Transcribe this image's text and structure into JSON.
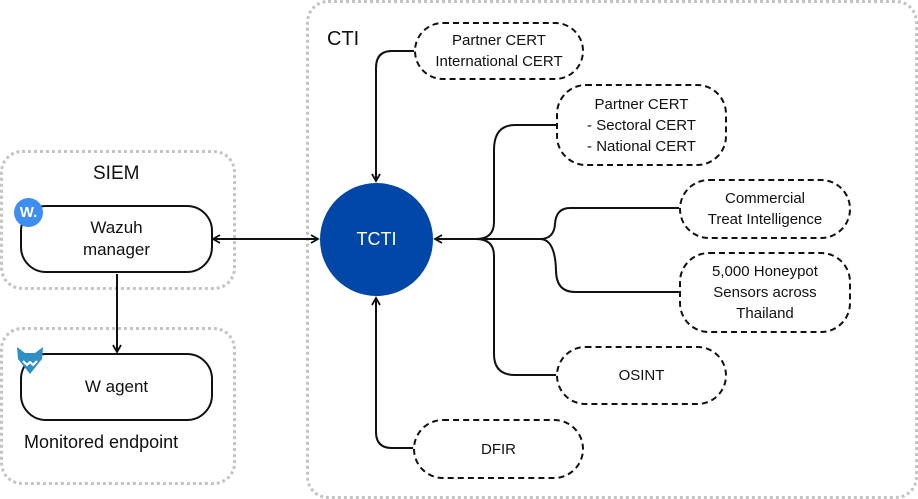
{
  "colors": {
    "hub_fill": "#0047a8",
    "wazuh_logo": "#3d8ef0",
    "agent_logo": "#2f8fc6",
    "group_border": "#c4c4c4"
  },
  "groups": {
    "siem": {
      "title": "SIEM"
    },
    "endpoint": {
      "title": "Monitored endpoint"
    },
    "cti": {
      "title": "CTI"
    }
  },
  "nodes": {
    "wazuh_manager": {
      "label": "Wazuh manager",
      "icon": "wazuh-logo-icon",
      "icon_text": "W."
    },
    "w_agent": {
      "label": "W agent",
      "icon": "wazuh-wolf-icon"
    },
    "tcti": {
      "label": "TCTI"
    },
    "sources": [
      {
        "id": "partner-international",
        "label": "Partner CERT\nInternational CERT"
      },
      {
        "id": "partner-sectoral-national",
        "label": "Partner CERT\n- Sectoral CERT\n- National CERT"
      },
      {
        "id": "commercial-ti",
        "label": "Commercial\nTreat Intelligence"
      },
      {
        "id": "honeypot-sensors",
        "label": "5,000 Honeypot\nSensors across\nThailand"
      },
      {
        "id": "osint",
        "label": "OSINT"
      },
      {
        "id": "dfir",
        "label": "DFIR"
      }
    ]
  },
  "edges": [
    {
      "from": "wazuh_manager",
      "to": "tcti",
      "direction": "bidirectional"
    },
    {
      "from": "wazuh_manager",
      "to": "w_agent",
      "direction": "forward"
    },
    {
      "from": "partner-international",
      "to": "tcti",
      "direction": "forward"
    },
    {
      "from": "partner-sectoral-national",
      "to": "tcti",
      "direction": "forward"
    },
    {
      "from": "commercial-ti",
      "to": "tcti",
      "direction": "forward"
    },
    {
      "from": "honeypot-sensors",
      "to": "tcti",
      "direction": "forward"
    },
    {
      "from": "osint",
      "to": "tcti",
      "direction": "forward"
    },
    {
      "from": "dfir",
      "to": "tcti",
      "direction": "forward"
    }
  ]
}
